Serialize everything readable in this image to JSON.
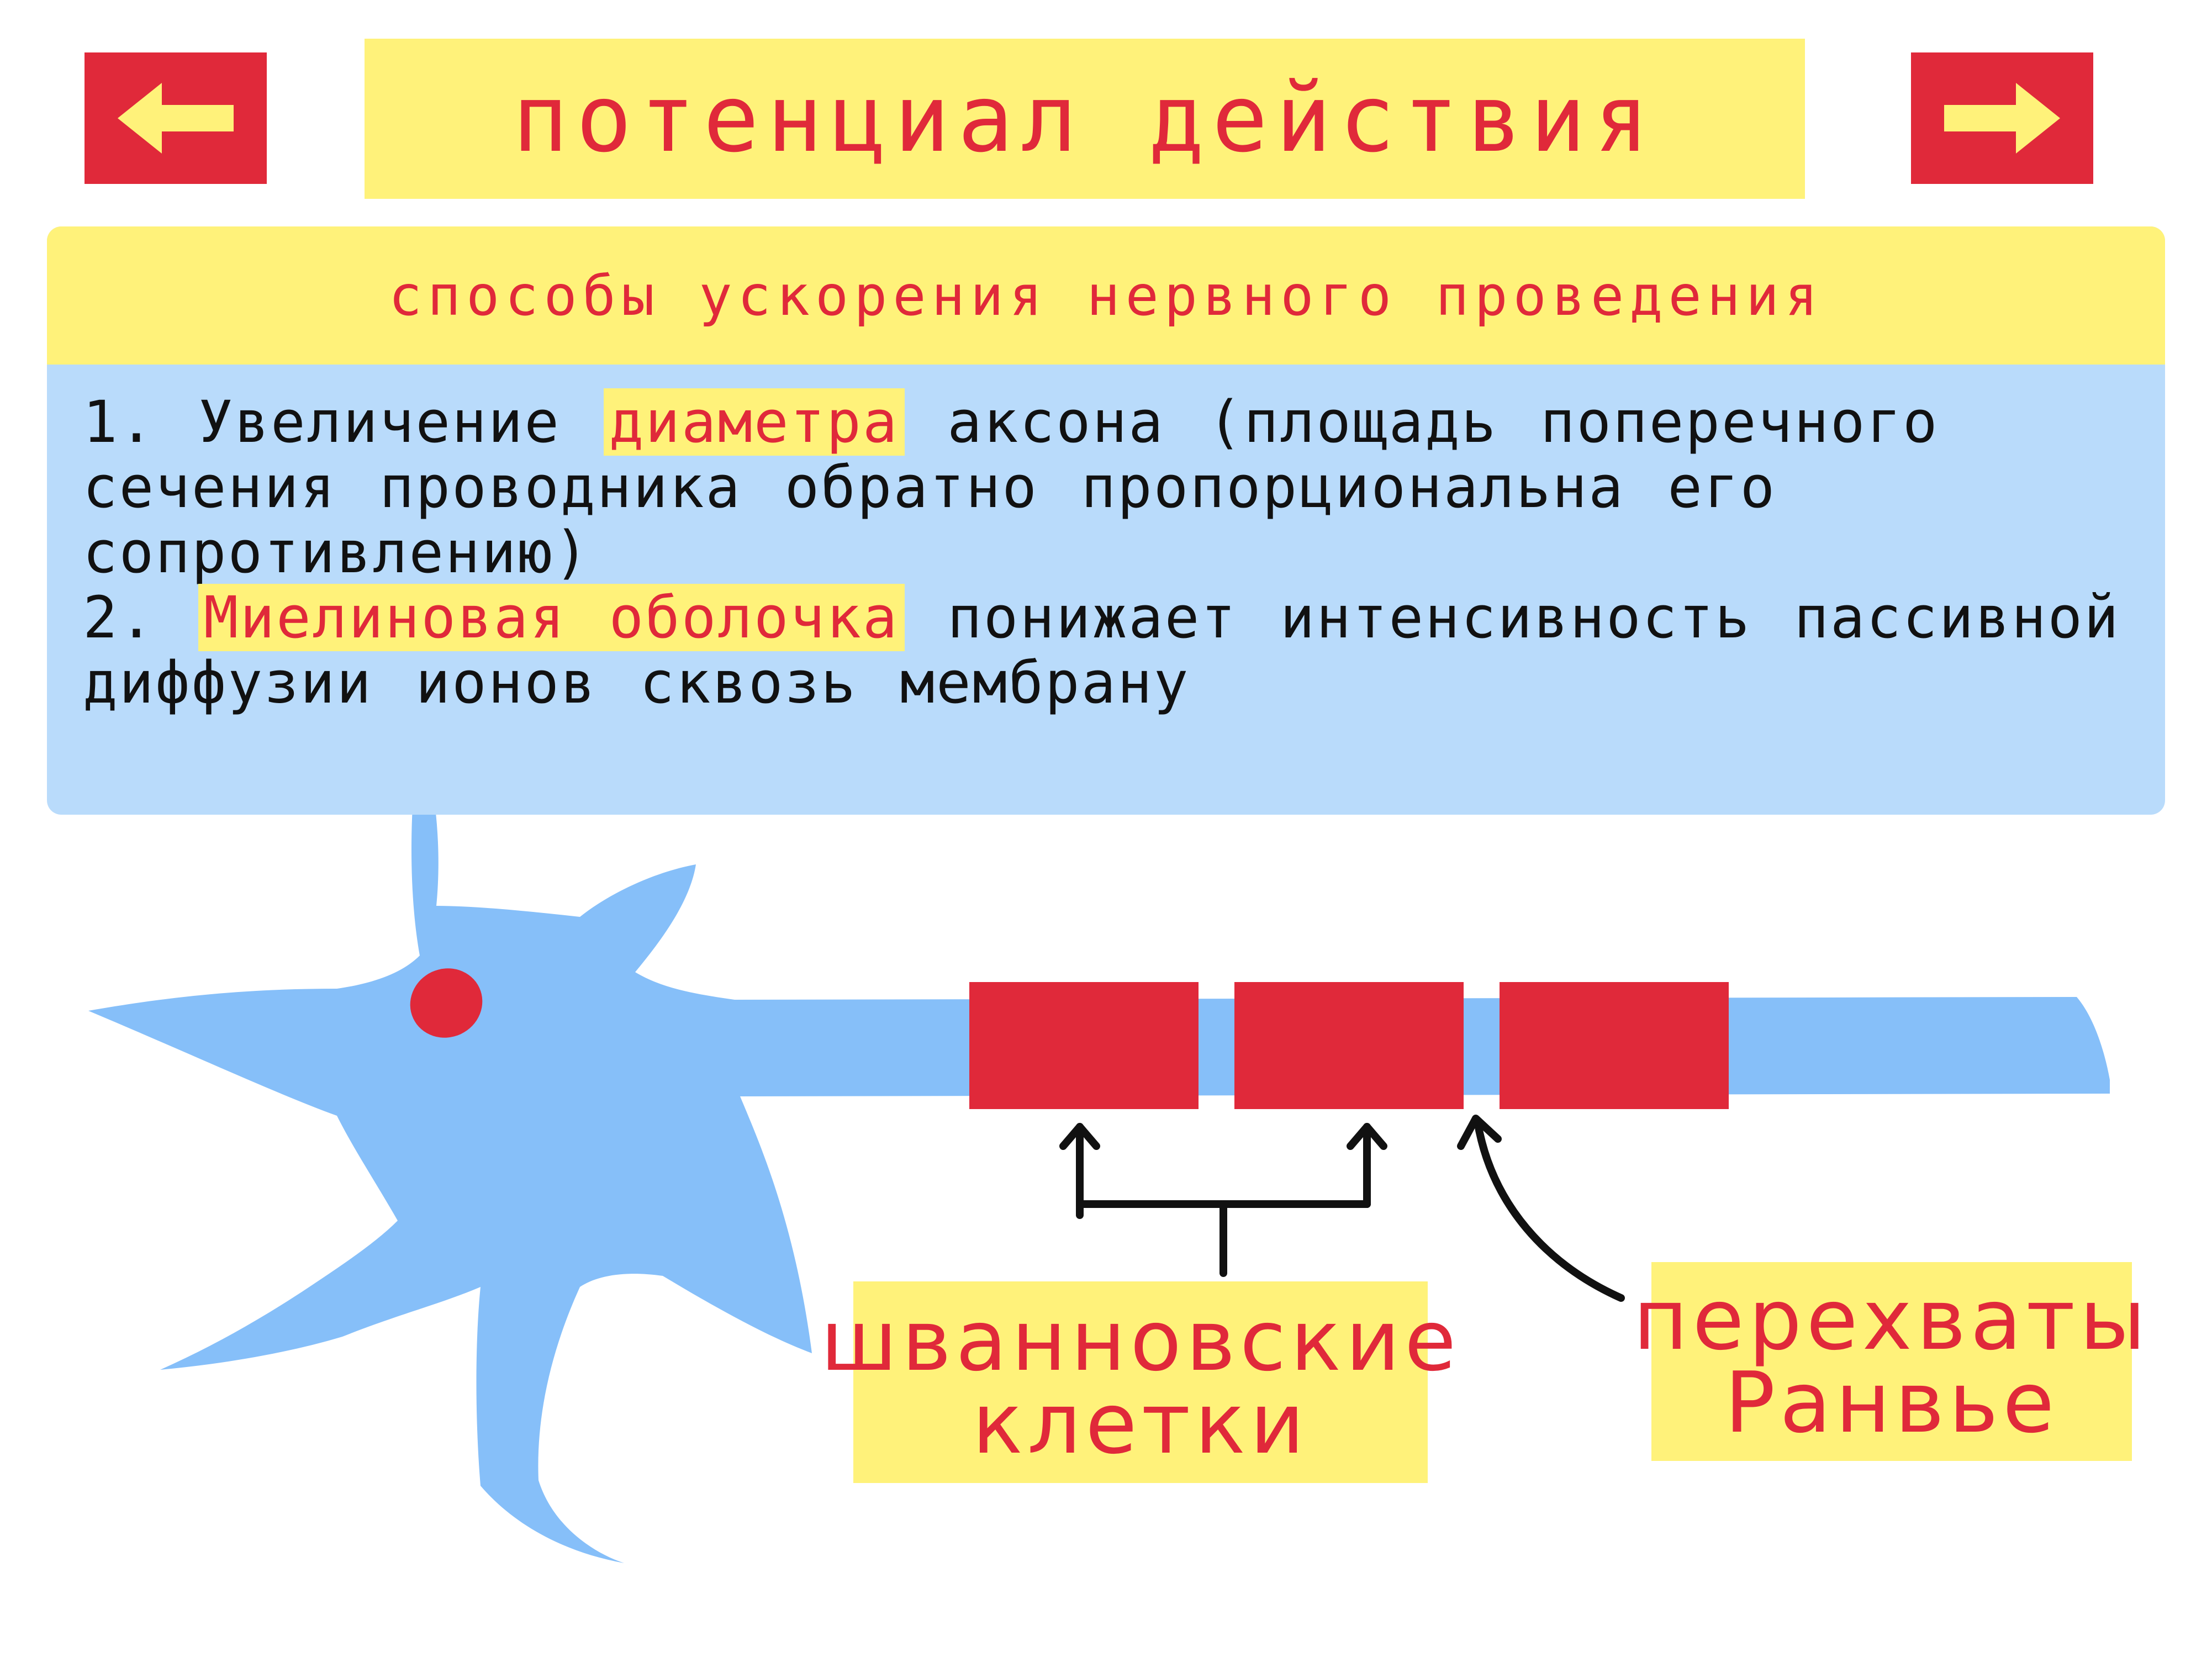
{
  "nav": {
    "prev_icon": "arrow-left-icon",
    "next_icon": "arrow-right-icon"
  },
  "title": "потенциал действия",
  "panel": {
    "header": "способы ускорения нервного проведения",
    "item1": {
      "prefix": "1. Увеличение ",
      "highlight": "диаметра",
      "rest": " аксона (площадь поперечного сечения проводника обратно пропорциональна его сопротивлению)"
    },
    "item2": {
      "prefix": "2. ",
      "highlight": "Миелиновая оболочка",
      "rest": " понижает интенсивность пассивной диффузии ионов сквозь мембрану"
    }
  },
  "labels": {
    "schwann_line1": "шванновские",
    "schwann_line2": "клетки",
    "ranvier_line1": "перехваты",
    "ranvier_line2": "Ранвье"
  },
  "colors": {
    "accent_red": "#e0293a",
    "highlight_yellow": "#fff27a",
    "panel_blue": "#b9dbfb",
    "neuron_blue": "#86bff9"
  }
}
